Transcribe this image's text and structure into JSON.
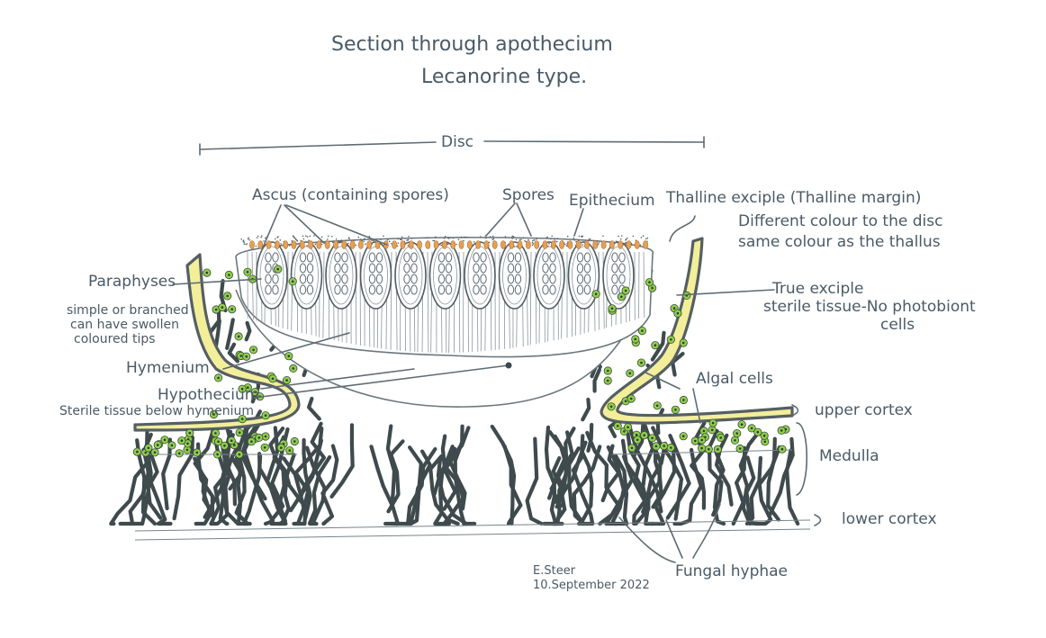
{
  "title": {
    "line1": "Section through apothecium",
    "line2": "Lecanorine type."
  },
  "labels": {
    "disc": "Disc",
    "ascus": "Ascus (containing spores)",
    "spores": "Spores",
    "epithecium": "Epithecium",
    "thalline_exciple": "Thalline exciple (Thalline margin)",
    "thalline_note1": "Different colour to the disc",
    "thalline_note2": "same colour as the thallus",
    "paraphyses": "Paraphyses",
    "paraphyses_note1": "simple or branched",
    "paraphyses_note2": "can have swollen",
    "paraphyses_note3": "coloured tips",
    "true_exciple": "True exciple",
    "true_exciple_note1": "sterile tissue-No photobiont",
    "true_exciple_note2": "cells",
    "hymenium": "Hymenium",
    "hypothecium": "Hypothecium",
    "hypothecium_note": "Sterile tissue below hymenium",
    "algal_cells": "Algal cells",
    "upper_cortex": "upper cortex",
    "medulla": "Medulla",
    "lower_cortex": "lower cortex",
    "fungal_hyphae": "Fungal hyphae"
  },
  "signature": {
    "name": "E.Steer",
    "date": "10.September 2022"
  },
  "colors": {
    "ink": "#4a5a66",
    "hyphae": "#3f4a4d",
    "exciple_yellow": "#f2ee9a",
    "algal_green": "#8fcf4a",
    "spore_orange": "#e8a050"
  }
}
